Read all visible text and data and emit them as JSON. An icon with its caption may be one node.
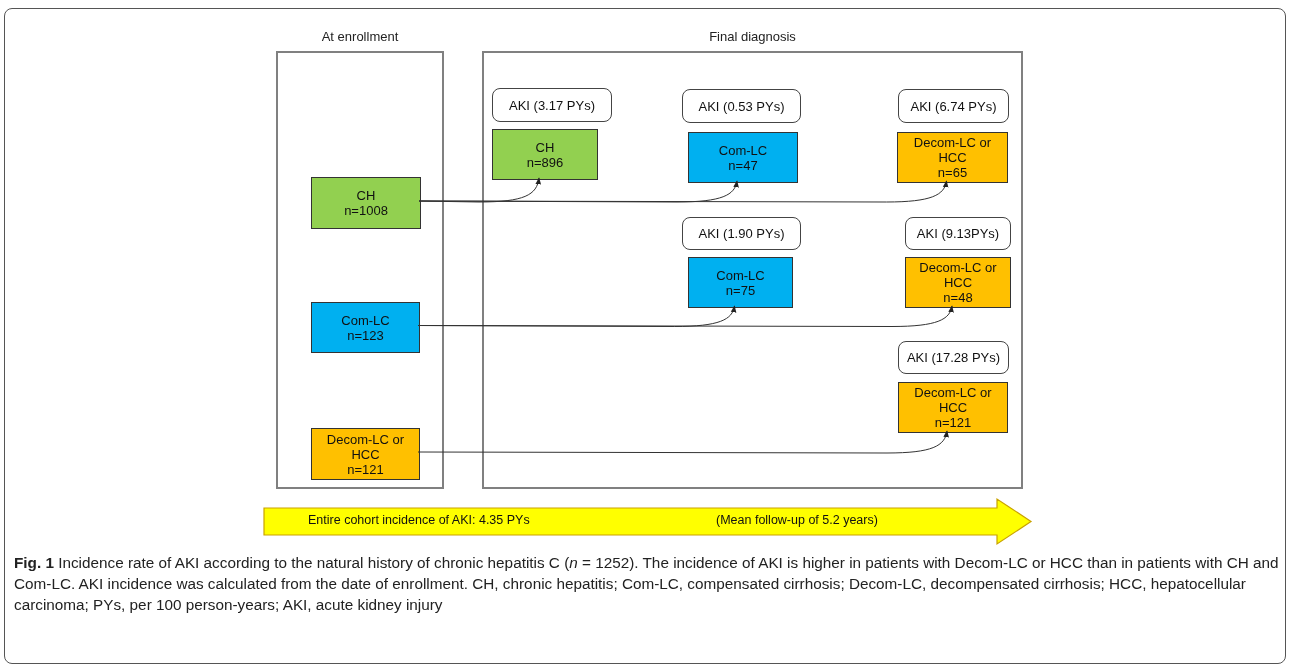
{
  "diagram": {
    "caption": "**Fig. 1** Incidence rate of AKI according to the natural history of chronic hepatitis C (*n* = 1252). The incidence of AKI is higher in patients with Decom-LC or HCC than in patients with CH and Com-LC. AKI incidence was calculated from the date of enrollment. CH, chronic hepatitis; Com-LC, compensated cirrhosis; Decom-LC, decompensated cirrhosis; HCC, hepatocellular carcinoma; PYs, per 100 person-years; AKI, acute kidney injury",
    "nodes": [
      {
        "text": [
          "At enrollment"
        ]
      },
      {
        "text": [
          "CH",
          "n=1008"
        ],
        "in": 0
      },
      {
        "text": [
          "Com-LC",
          "n=123"
        ],
        "in": 0
      },
      {
        "text": [
          "Decom-LC or HCC",
          "n=121"
        ],
        "in": 0
      },
      {
        "text": [
          "Final diagnosis"
        ]
      },
      {
        "text": [
          "AKI (3.17 PYs)"
        ],
        "in": 4
      },
      {
        "text": [
          "CH",
          "n=896"
        ],
        "in": 4
      },
      {
        "text": [
          "AKI (0.53 PYs)"
        ],
        "in": 4
      },
      {
        "text": [
          "Com-LC",
          "n=47"
        ],
        "in": 4
      },
      {
        "text": [
          "AKI (6.74 PYs)"
        ],
        "in": 4
      },
      {
        "text": [
          "Decom-LC or HCC",
          "n=65"
        ],
        "in": 4
      },
      {
        "text": [
          "AKI (1.90 PYs)"
        ],
        "in": 4
      },
      {
        "text": [
          "Com-LC",
          "n=75"
        ],
        "in": 4
      },
      {
        "text": [
          "AKI (9.13PYs)"
        ],
        "in": 4
      },
      {
        "text": [
          "Decom-LC or HCC",
          "n=48"
        ],
        "in": 4
      },
      {
        "text": [
          "AKI (17.28 PYs)"
        ],
        "in": 4
      },
      {
        "text": [
          "Decom-LC or HCC",
          "n=121"
        ],
        "in": 4
      },
      {
        "text": [
          "Entire cohort incidence of AKI: 4.35 PYs",
          "(Mean follow-up of 5.2 years)"
        ]
      }
    ],
    "edges": [
      {
        "from": 1,
        "to": 6,
        "arrow": "to"
      },
      {
        "from": 1,
        "to": 8,
        "arrow": "to"
      },
      {
        "from": 1,
        "to": 10,
        "arrow": "to"
      },
      {
        "from": 2,
        "to": 12,
        "arrow": "to"
      },
      {
        "from": 2,
        "to": 14,
        "arrow": "to"
      },
      {
        "from": 3,
        "to": 16,
        "arrow": "to"
      }
    ]
  }
}
